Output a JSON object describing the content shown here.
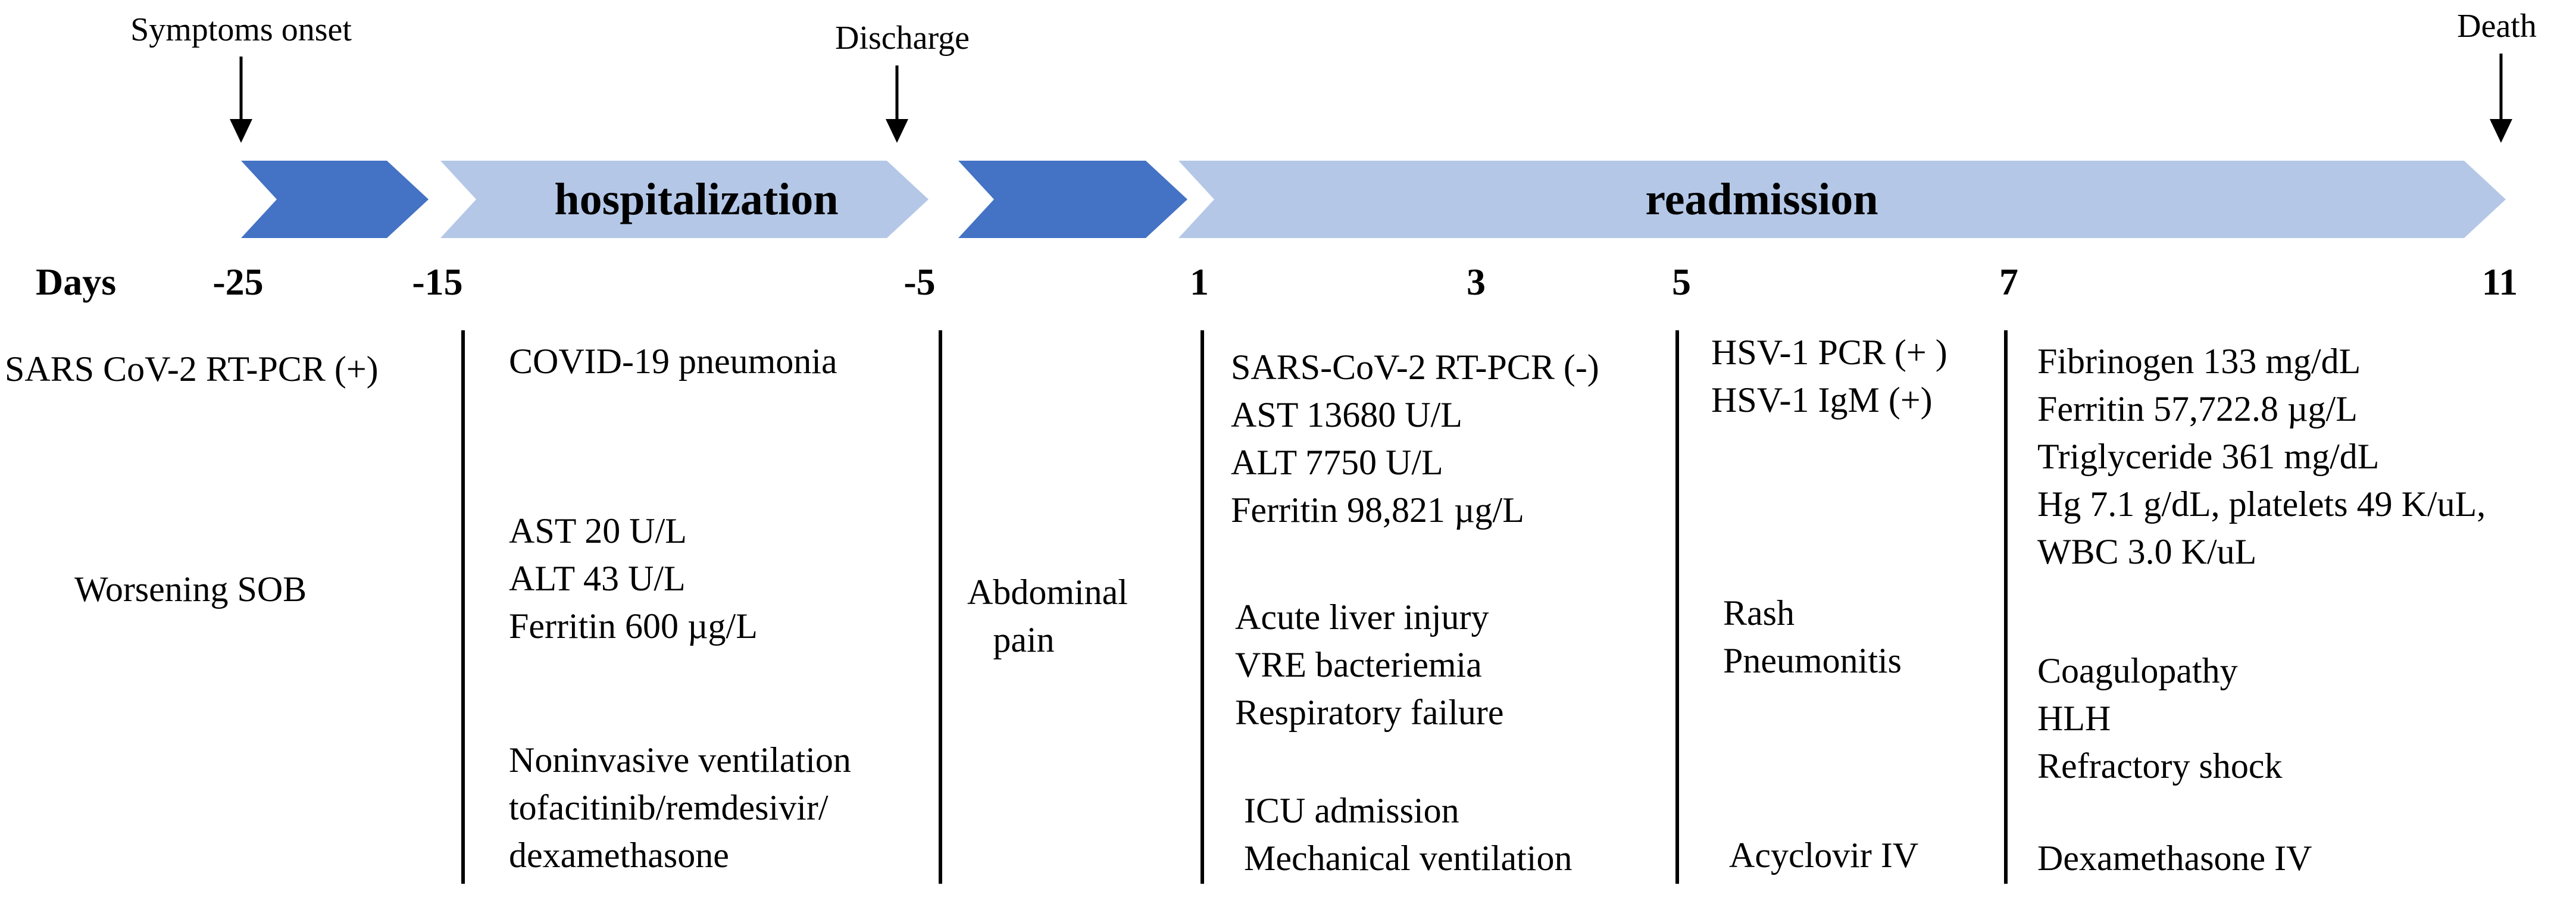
{
  "events": {
    "onset": "Symptoms onset",
    "discharge": "Discharge",
    "death": "Death"
  },
  "phases": {
    "hospitalization": "hospitalization",
    "readmission": "readmission"
  },
  "colors": {
    "dark_arrow": "#4472C4",
    "light_arrow": "#B4C7E7",
    "text": "#000000"
  },
  "days": {
    "label": "Days",
    "ticks": [
      "-25",
      "-15",
      "-5",
      "1",
      "3",
      "5",
      "7",
      "11"
    ]
  },
  "columns": {
    "col1": [
      "SARS CoV-2 RT-PCR (+)",
      "Worsening SOB"
    ],
    "col2": [
      "COVID-19 pneumonia",
      "AST 20 U/L",
      "ALT 43 U/L",
      "Ferritin 600 µg/L",
      "Noninvasive ventilation",
      "tofacitinib/remdesivir/",
      "dexamethasone"
    ],
    "col3": [
      "Abdominal",
      "pain"
    ],
    "col4": [
      "SARS-CoV-2 RT-PCR (-)",
      "AST 13680 U/L",
      "ALT 7750 U/L",
      "Ferritin 98,821 µg/L",
      "Acute liver injury",
      "VRE bacteriemia",
      "Respiratory failure",
      "ICU admission",
      "Mechanical ventilation"
    ],
    "col5": [
      "HSV-1 PCR (+ )",
      "HSV-1 IgM (+)",
      "Rash",
      "Pneumonitis",
      "Acyclovir IV"
    ],
    "col6": [
      "Fibrinogen 133 mg/dL",
      "Ferritin 57,722.8 µg/L",
      "Triglyceride 361 mg/dL",
      "Hg 7.1 g/dL, platelets 49 K/uL,",
      "WBC 3.0 K/uL",
      "Coagulopathy",
      "HLH",
      "Refractory shock",
      "Dexamethasone IV"
    ]
  }
}
